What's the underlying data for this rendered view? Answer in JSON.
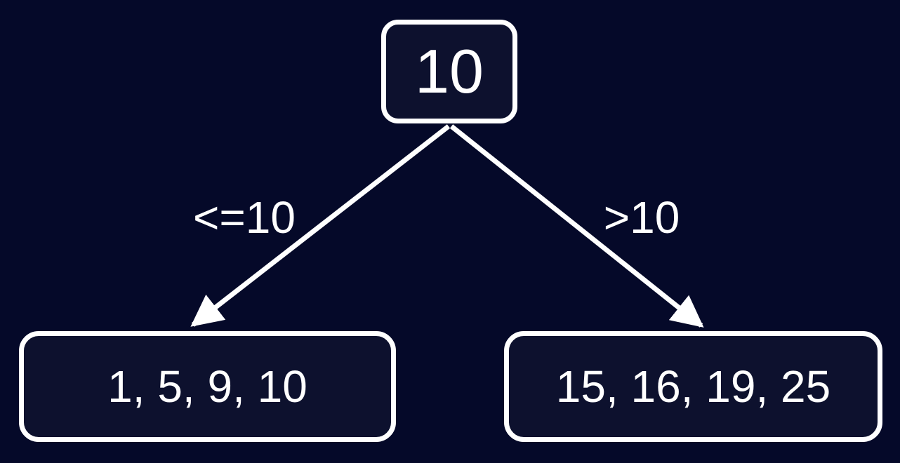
{
  "diagram": {
    "type": "decision-tree",
    "root": {
      "value": "10"
    },
    "edges": {
      "left": {
        "label": "<=10"
      },
      "right": {
        "label": ">10"
      }
    },
    "leaves": {
      "left": {
        "value": "1, 5, 9, 10"
      },
      "right": {
        "value": "15, 16, 19, 25"
      }
    }
  },
  "colors": {
    "background": "#050929",
    "node_fill": "#0d112e",
    "stroke": "#ffffff",
    "text": "#ffffff"
  }
}
